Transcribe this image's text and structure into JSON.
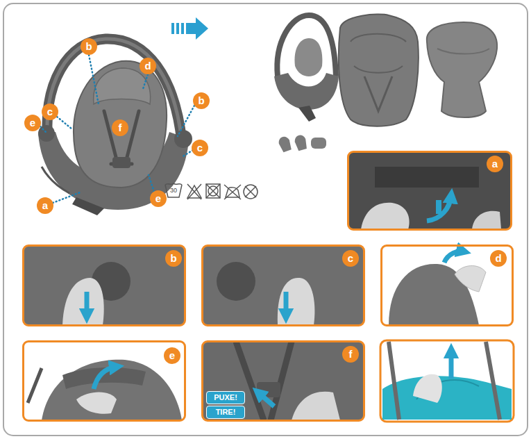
{
  "diagram": {
    "nodes": [
      {
        "text": [
          "b"
        ]
      },
      {
        "text": [
          "d"
        ]
      },
      {
        "text": [
          "b"
        ]
      },
      {
        "text": [
          "c"
        ]
      },
      {
        "text": [
          "e"
        ]
      },
      {
        "text": [
          "f"
        ]
      },
      {
        "text": [
          "c"
        ]
      },
      {
        "text": [
          "e"
        ]
      },
      {
        "text": [
          "a"
        ]
      },
      {
        "text": [
          "a"
        ]
      },
      {
        "text": [
          "b"
        ]
      },
      {
        "text": [
          "c"
        ]
      },
      {
        "text": [
          "d"
        ]
      },
      {
        "text": [
          "e"
        ]
      },
      {
        "text": [
          "f"
        ]
      },
      {
        "text": [
          "PUXE!"
        ],
        "in": 14
      },
      {
        "text": [
          "TIRE!"
        ],
        "in": 14
      }
    ],
    "labels": [
      "30"
    ]
  }
}
